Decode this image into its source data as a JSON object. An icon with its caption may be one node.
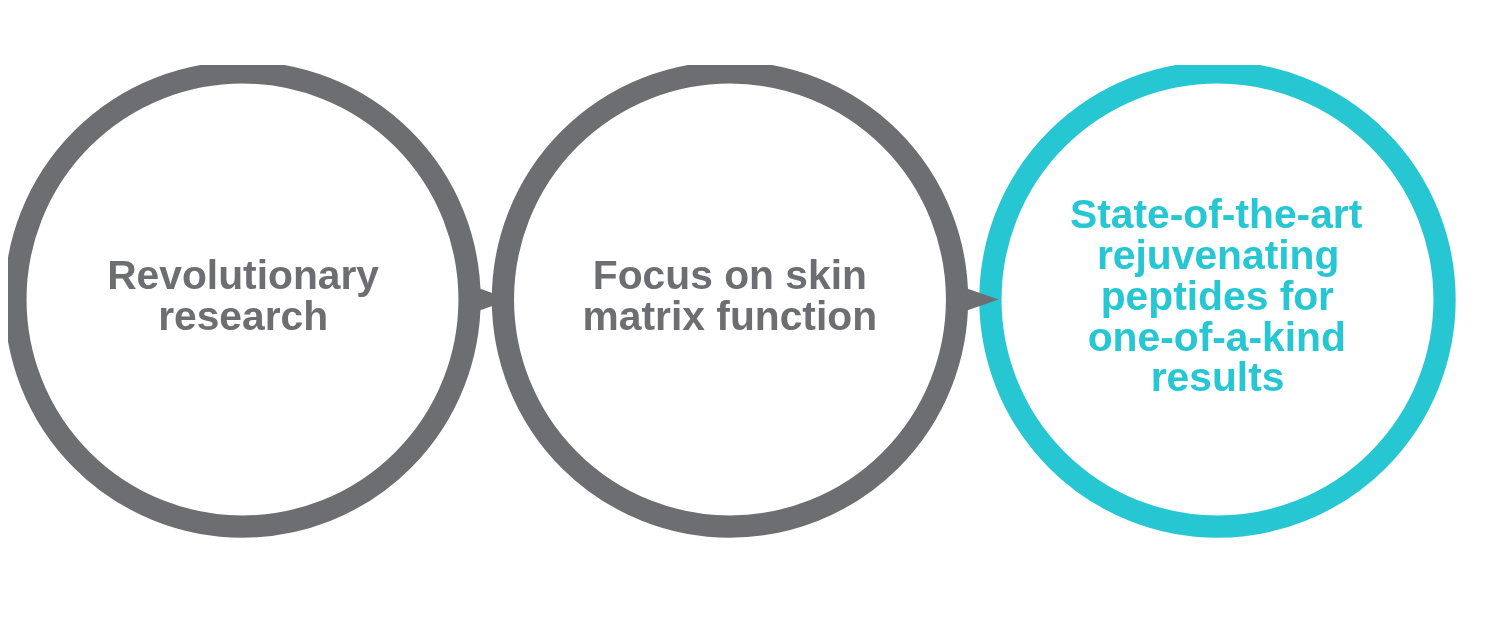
{
  "diagram": {
    "nodes": [
      {
        "text": [
          "Revolutionary research"
        ]
      },
      {
        "text": [
          "Focus on skin matrix function"
        ]
      },
      {
        "text": [
          "State-of-the-art rejuvenating peptides for one-of-a-kind results"
        ]
      }
    ],
    "edges": [
      {
        "from": 0,
        "to": 1,
        "arrow": "to"
      },
      {
        "from": 1,
        "to": 2,
        "arrow": "to"
      }
    ]
  }
}
